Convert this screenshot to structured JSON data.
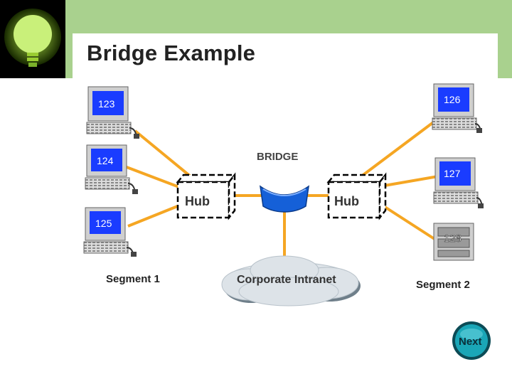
{
  "title": "Bridge Example",
  "bridge_label": "BRIDGE",
  "segment1": {
    "label": "Segment 1",
    "hub_label": "Hub",
    "computers": [
      "123",
      "124",
      "125"
    ]
  },
  "segment2": {
    "label": "Segment 2",
    "hub_label": "Hub",
    "computers": [
      "126",
      "127",
      "128"
    ]
  },
  "cloud_label": "Corporate Intranet",
  "next_button": "Next",
  "colors": {
    "header_green": "#a9d18e",
    "link_orange": "#f5a623",
    "screen_blue": "#1a3cff",
    "bridge_blue": "#1560d8",
    "next_teal": "#1aa6b7"
  }
}
